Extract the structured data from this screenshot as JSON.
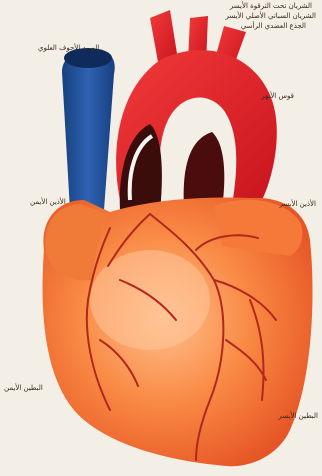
{
  "labels": {
    "top_left_line": "الشريان تحت الترقوة الأيسر",
    "top_right_line": "الشريان السباتي الأصلي الأيسر",
    "brachiocephalic": "الجذع العضدي الرأسي",
    "superior_vena_cava": "الوريد الأجوف العلوي",
    "aortic_arch": "قوس الأبهر",
    "right_atrium": "الأذين الأيمن",
    "left_atrium": "الأذين الأيسر",
    "right_ventricle": "البطين الأيمن",
    "left_ventricle": "البطين الأيسر"
  },
  "colors": {
    "background": "#f3efe6",
    "aorta": "#e0202a",
    "vena_cava": "#1f4f99",
    "heart_muscle": "#f46a2a",
    "heart_highlight": "#ffb07a",
    "vessels": "#b2281c"
  }
}
